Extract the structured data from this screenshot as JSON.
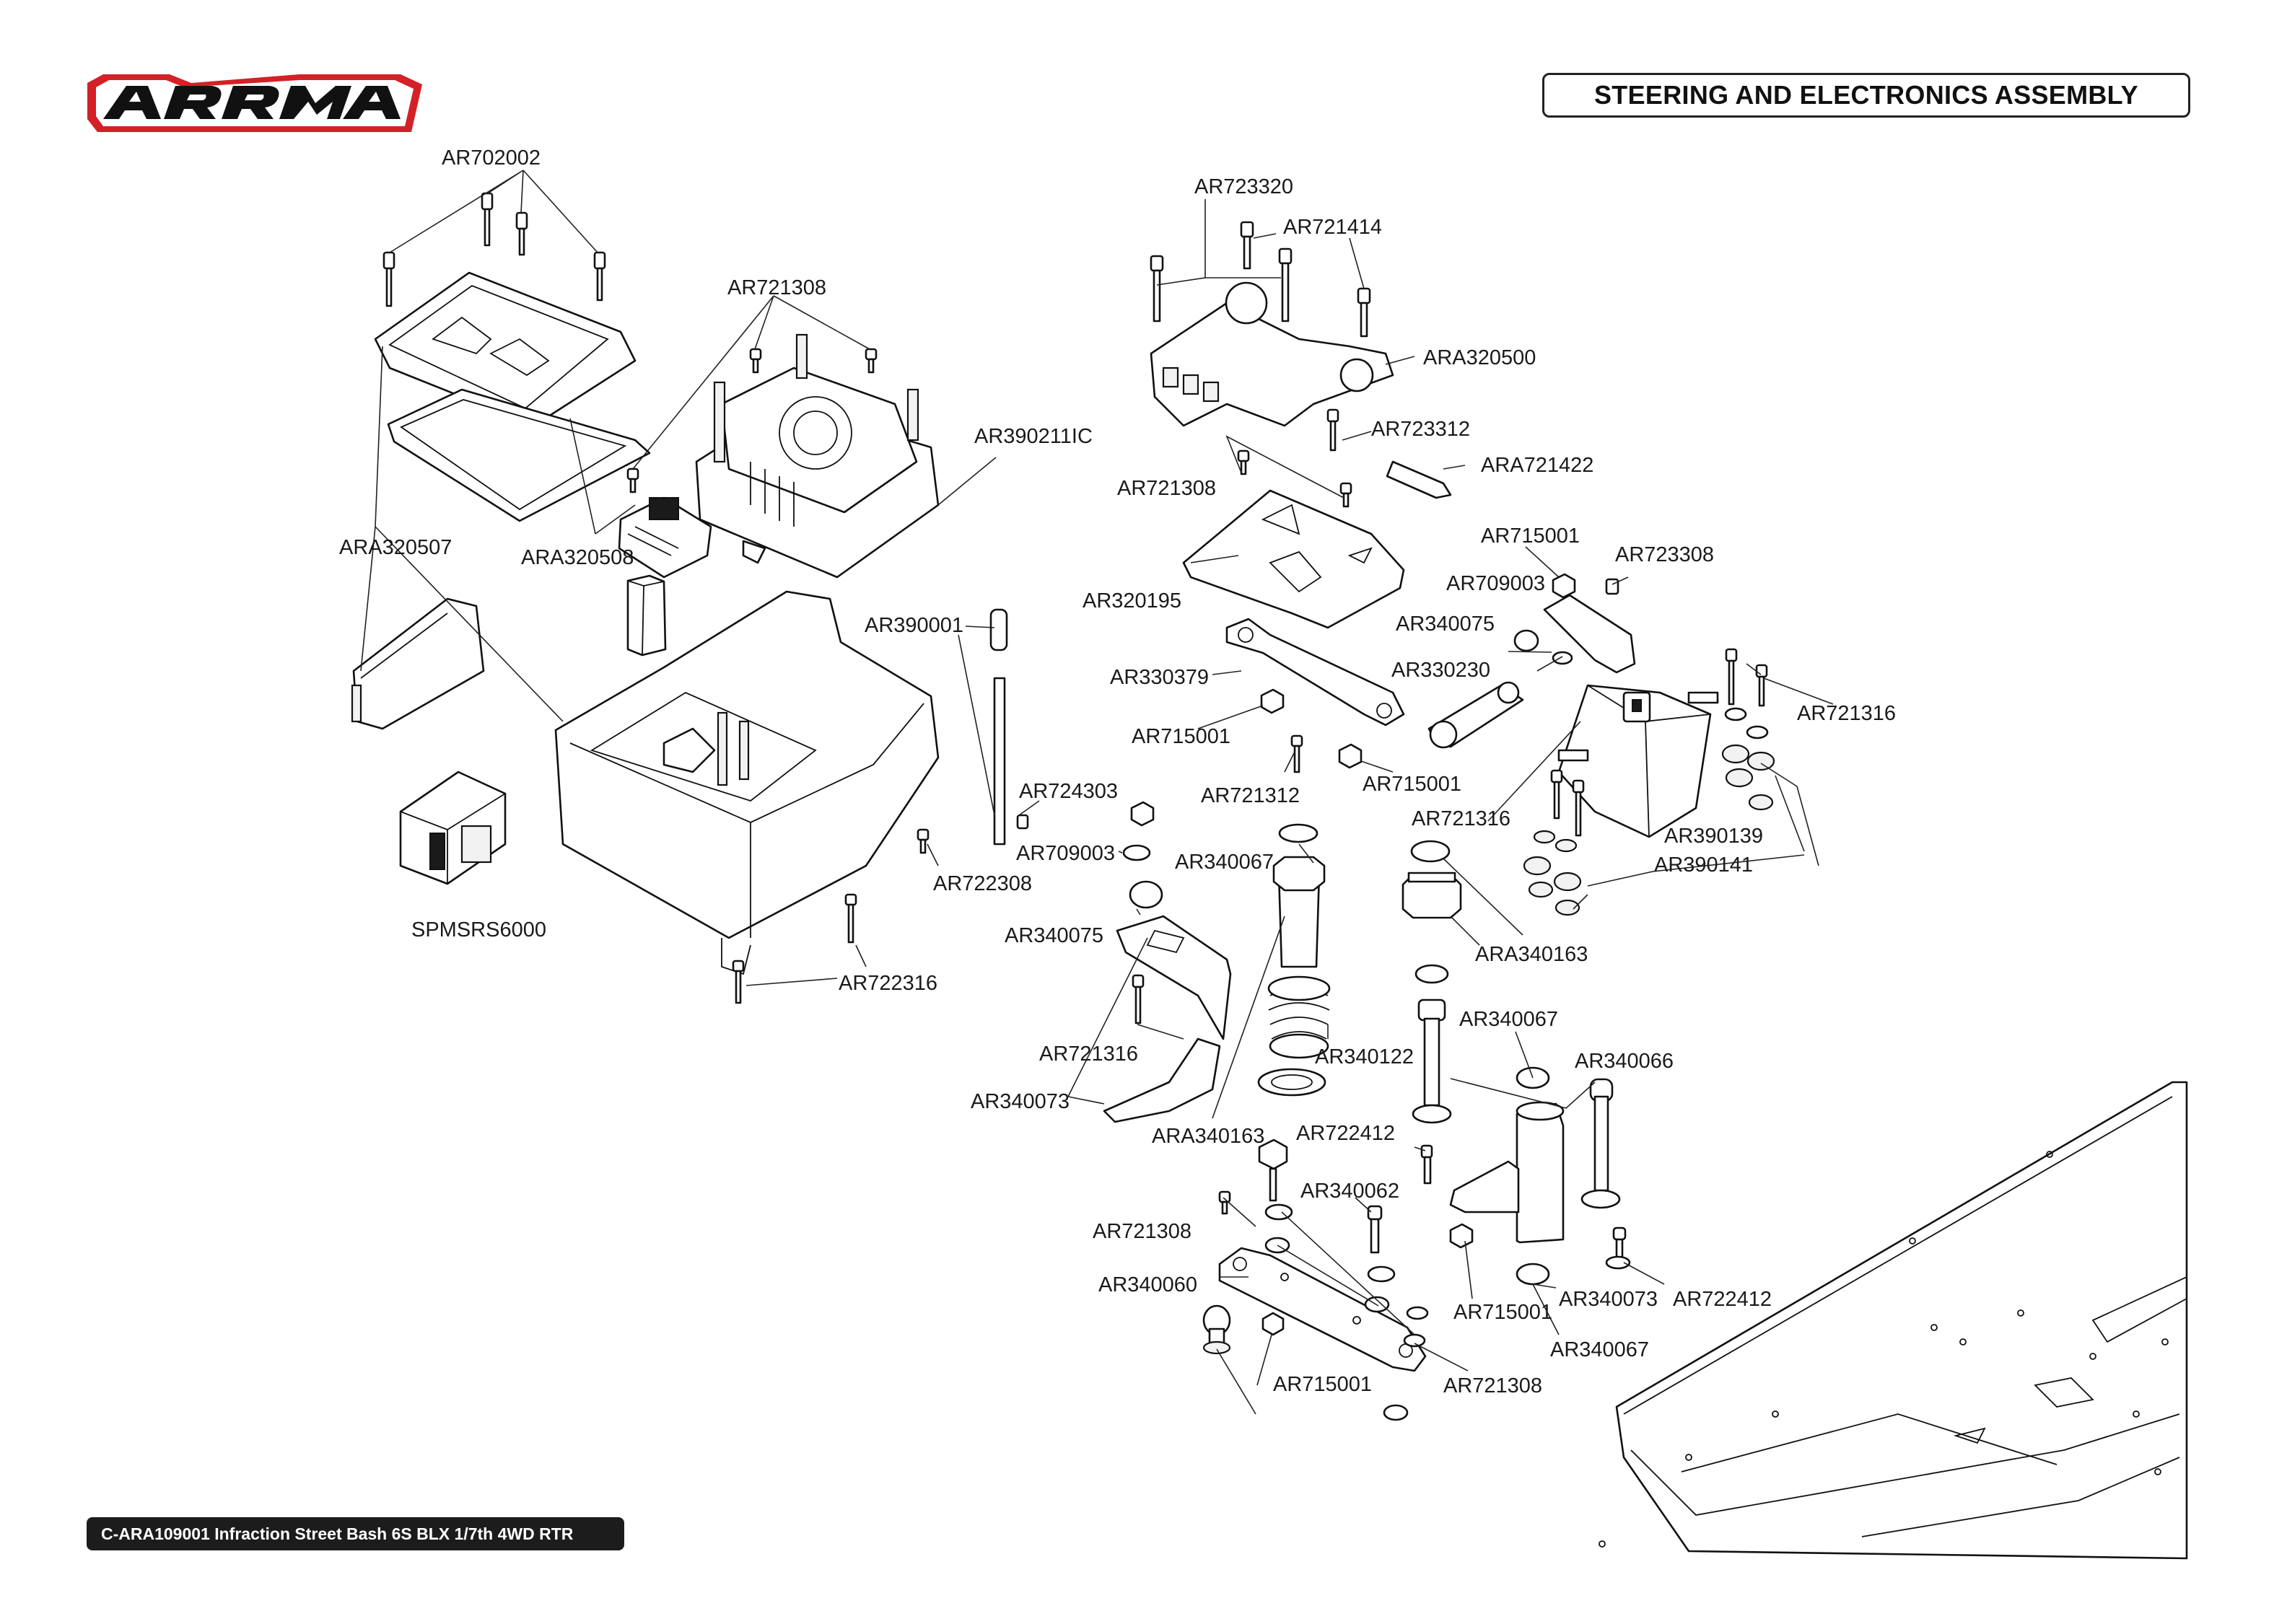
{
  "header": {
    "brand": "ARRMA",
    "title": "STEERING AND ELECTRONICS ASSEMBLY"
  },
  "footer": {
    "model_text": "C-ARA109001 Infraction Street Bash 6S BLX 1/7th 4WD RTR"
  },
  "colors": {
    "logo_red": "#d42027",
    "line": "#111111",
    "badge_bg": "#1c1c1c"
  },
  "labels": {
    "ar702002": "AR702002",
    "ar721308_top": "AR721308",
    "ara320507": "ARA320507",
    "ara320508": "ARA320508",
    "ar390211ic": "AR390211IC",
    "ar390001": "AR390001",
    "ar724303": "AR724303",
    "ar709003_left": "AR709003",
    "ar722308": "AR722308",
    "ar722316": "AR722316",
    "spmsrs6000": "SPMSRS6000",
    "ar723320": "AR723320",
    "ar721414": "AR721414",
    "ara320500": "ARA320500",
    "ar723312": "AR723312",
    "ara721422": "ARA721422",
    "ar721308_mid": "AR721308",
    "ar320195": "AR320195",
    "ar330379": "AR330379",
    "ar715001_a": "AR715001",
    "ar721312": "AR721312",
    "ar715001_b": "AR715001",
    "ar340075_top": "AR340075",
    "ar330230": "AR330230",
    "ar709003_right": "AR709003",
    "ar715001_c": "AR715001",
    "ar723308": "AR723308",
    "ar721316_servo": "AR721316",
    "ar721316_right": "AR721316",
    "ar390139": "AR390139",
    "ar390141": "AR390141",
    "ar340067_a": "AR340067",
    "ara340163_right": "ARA340163",
    "ar340075_low": "AR340075",
    "ar721316_low": "AR721316",
    "ar340073_left": "AR340073",
    "ar340122": "AR340122",
    "ara340163_left": "ARA340163",
    "ar340067_b": "AR340067",
    "ar340066": "AR340066",
    "ar722412_top": "AR722412",
    "ar340062": "AR340062",
    "ar721308_low": "AR721308",
    "ar340060": "AR340060",
    "ar715001_d": "AR715001",
    "ar715001_e": "AR715001",
    "ar340073_right": "AR340073",
    "ar722412_right": "AR722412",
    "ar340067_c": "AR340067",
    "ar721308_bottom": "AR721308"
  }
}
